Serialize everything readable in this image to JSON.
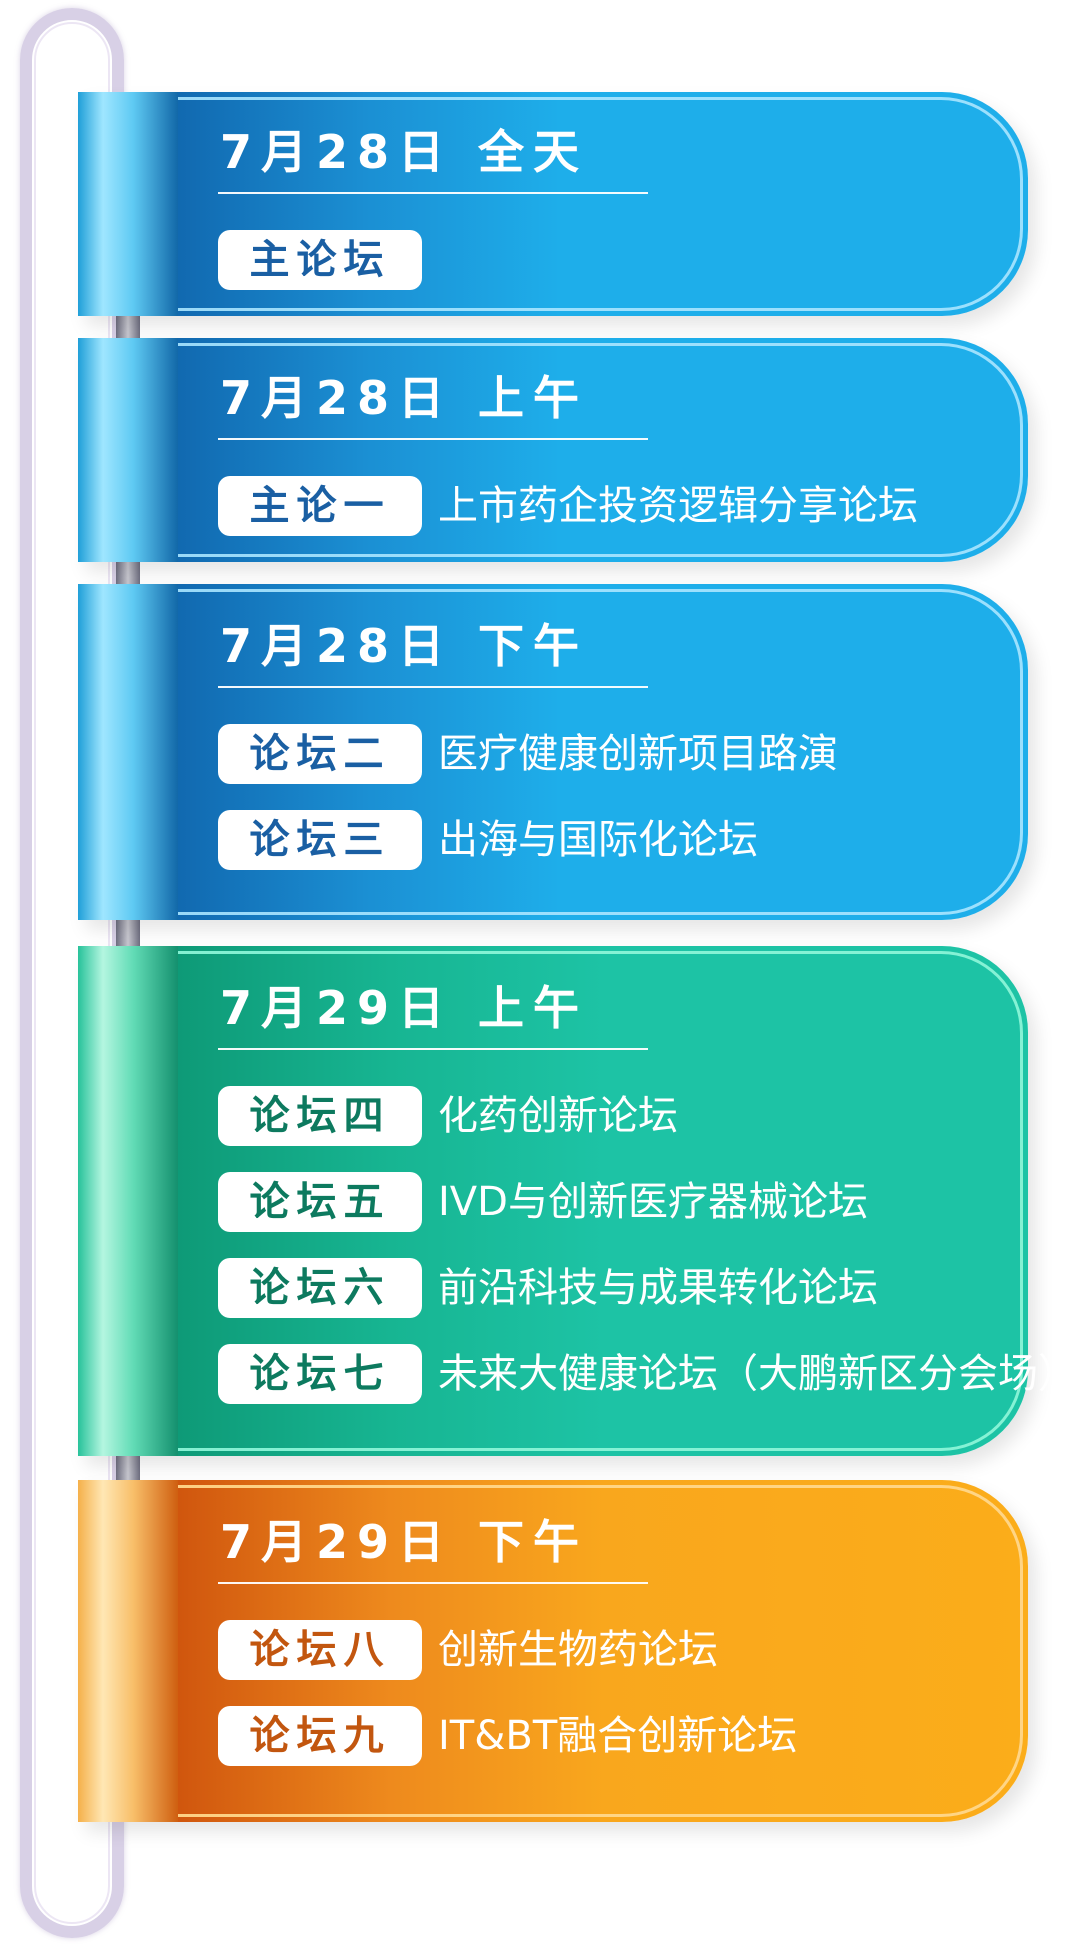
{
  "sessions": [
    {
      "date": "7月28日 全天",
      "items": [
        {
          "badge": "主论坛",
          "title": ""
        }
      ]
    },
    {
      "date": "7月28日 上午",
      "items": [
        {
          "badge": "主论一",
          "title": "上市药企投资逻辑分享论坛"
        }
      ]
    },
    {
      "date": "7月28日 下午",
      "items": [
        {
          "badge": "论坛二",
          "title": "医疗健康创新项目路演"
        },
        {
          "badge": "论坛三",
          "title": "出海与国际化论坛"
        }
      ]
    },
    {
      "date": "7月29日 上午",
      "items": [
        {
          "badge": "论坛四",
          "title": "化药创新论坛"
        },
        {
          "badge": "论坛五",
          "title": "IVD与创新医疗器械论坛"
        },
        {
          "badge": "论坛六",
          "title": "前沿科技与成果转化论坛"
        },
        {
          "badge": "论坛七",
          "title": "未来大健康论坛（大鹏新区分会场）"
        }
      ]
    },
    {
      "date": "7月29日 下午",
      "items": [
        {
          "badge": "论坛八",
          "title": "创新生物药论坛"
        },
        {
          "badge": "论坛九",
          "title": "IT&BT融合创新论坛"
        }
      ]
    }
  ],
  "colors": {
    "blue": "#1eaeea",
    "green": "#1dc3a5",
    "orange": "#fbad1a"
  }
}
